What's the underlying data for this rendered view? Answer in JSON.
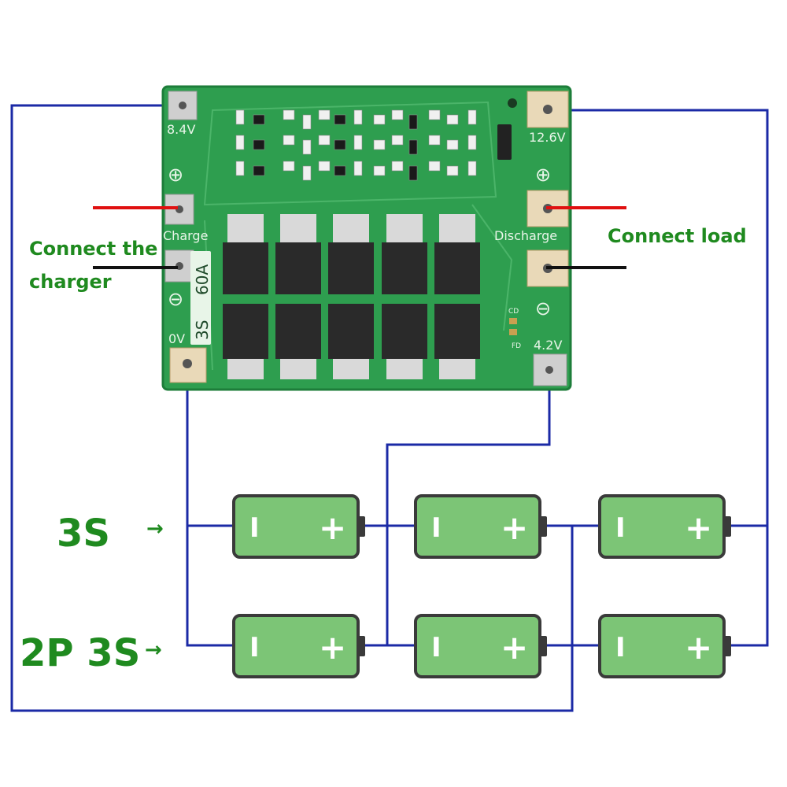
{
  "colors": {
    "wire": "#1b2aa6",
    "red_wire": "#e01010",
    "black_wire": "#111111",
    "pcb": "#2e9e4f",
    "pcb_edge": "#1d7d3a",
    "mosfet": "#2a2a2a",
    "pad": "#cfcfcf",
    "battery_fill": "#7cc576",
    "battery_border": "#3a3a3a",
    "label_green": "#1f8a1f"
  },
  "board": {
    "pad_top_left": "8.4V",
    "pad_top_right": "12.6V",
    "charge_label": "Charge",
    "discharge_label": "Discharge",
    "pad_bottom_left": "0V",
    "pad_bottom_right": "4.2V",
    "model_series": "3S",
    "model_current": "60A",
    "plus_symbol": "⊕",
    "minus_symbol": "⊖",
    "cd_label": "CD",
    "fd_label": "FD"
  },
  "labels": {
    "connect_charger_line1": "Connect the",
    "connect_charger_line2": "charger",
    "connect_load": "Connect load",
    "row_3s": "3S",
    "row_2p3s": "2P 3S",
    "arrow": "→"
  },
  "battery": {
    "minus": "I",
    "plus": "+"
  }
}
